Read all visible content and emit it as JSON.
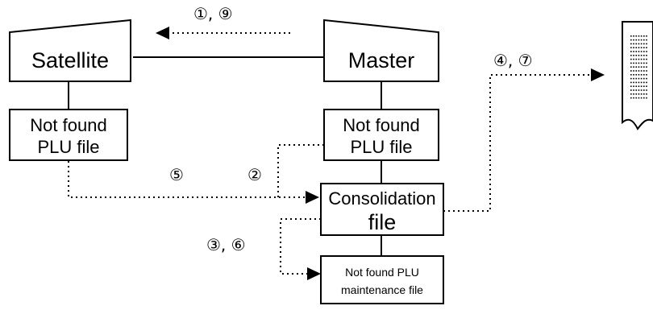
{
  "terminals": {
    "satellite": "Satellite",
    "master": "Master"
  },
  "files": {
    "satellite_not_found_line1": "Not found",
    "satellite_not_found_line2": "PLU file",
    "master_not_found_line1": "Not found",
    "master_not_found_line2": "PLU file",
    "consolidation_line1": "Consolidation",
    "consolidation_line2": "file",
    "maintenance_line1": "Not found PLU",
    "maintenance_line2": "maintenance file"
  },
  "steps": {
    "s1_9": "①, ⑨",
    "s4_7": "④, ⑦",
    "s5": "⑤",
    "s2": "②",
    "s3_6": "③, ⑥"
  },
  "icons": {
    "printer": "receipt-printout-icon"
  }
}
